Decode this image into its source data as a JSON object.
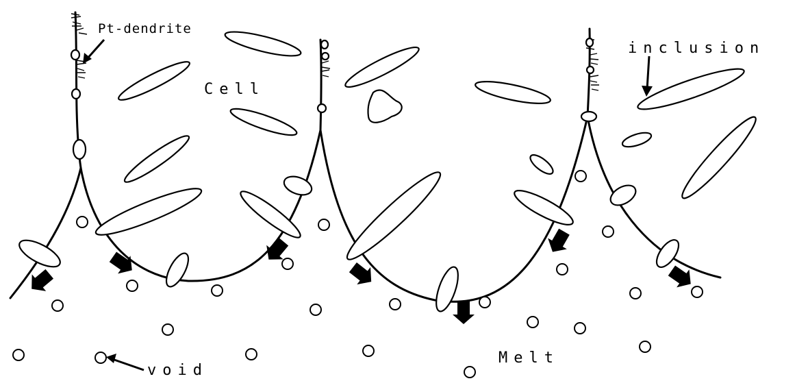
{
  "labels": {
    "pt_dendrite": "Pt-dendrite",
    "cell": "Cell",
    "inclusion": "inclusion",
    "melt": "Melt",
    "void": "void"
  },
  "icons": [
    "pointer-arrow-icon",
    "growth-arrow-icon"
  ]
}
